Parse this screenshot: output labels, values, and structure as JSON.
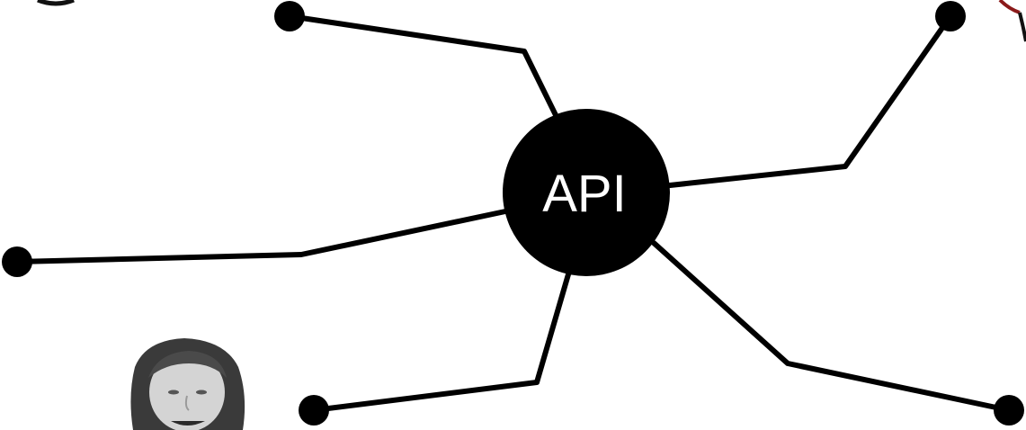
{
  "hub": {
    "label": "API"
  },
  "colors": {
    "background": "#ffffff",
    "hub_fill": "#000000",
    "hub_text": "#ffffff",
    "connector": "#000000",
    "endpoint": "#000000"
  },
  "icons": {
    "photo": "person-photo",
    "partial_circle_top_left": "partial-circle",
    "partial_circle_top_right": "partial-circle-red-edge"
  }
}
